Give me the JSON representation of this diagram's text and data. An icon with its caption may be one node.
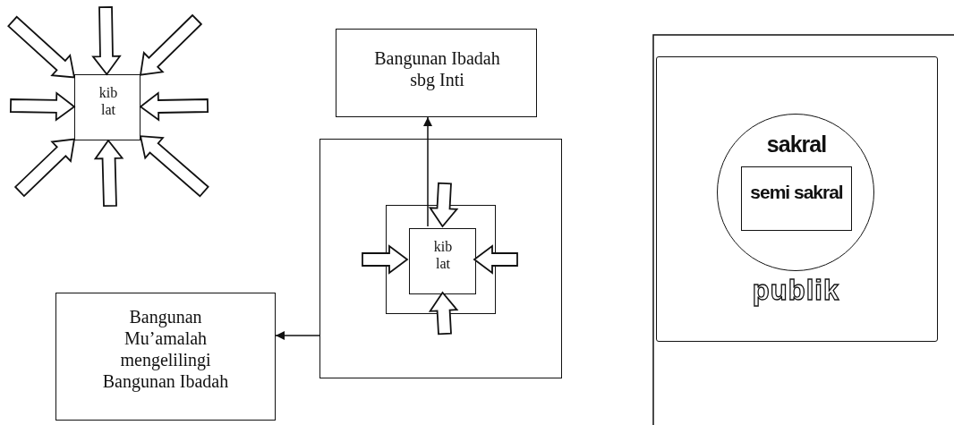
{
  "diagram": {
    "nodes": [
      {
        "text": [
          "kib lat"
        ]
      },
      {
        "text": [
          "Bangunan Ibadah sbg Inti"
        ]
      },
      {
        "text": [],
        "shape": "box"
      },
      {
        "text": [],
        "shape": "box",
        "in": 2
      },
      {
        "text": [
          "kib lat"
        ],
        "in": 3
      },
      {
        "text": [
          "Bangunan Mu’amalah mengelilingi Bangunan Ibadah"
        ]
      },
      {
        "text": [
          "publik"
        ]
      },
      {
        "text": [
          "sakral"
        ],
        "in": 6
      },
      {
        "text": [
          "semi sakral"
        ],
        "in": 7
      }
    ],
    "edges": [
      {
        "from": null,
        "to": 0,
        "arrow": "to",
        "style": "thick"
      },
      {
        "from": null,
        "to": 0,
        "arrow": "to",
        "style": "thick"
      },
      {
        "from": null,
        "to": 0,
        "arrow": "to",
        "style": "thick"
      },
      {
        "from": null,
        "to": 0,
        "arrow": "to",
        "style": "thick"
      },
      {
        "from": null,
        "to": 0,
        "arrow": "to",
        "style": "thick"
      },
      {
        "from": null,
        "to": 0,
        "arrow": "to",
        "style": "thick"
      },
      {
        "from": null,
        "to": 0,
        "arrow": "to",
        "style": "thick"
      },
      {
        "from": null,
        "to": 0,
        "arrow": "to",
        "style": "thick"
      },
      {
        "from": null,
        "to": 4,
        "arrow": "to",
        "style": "thick"
      },
      {
        "from": null,
        "to": 4,
        "arrow": "to",
        "style": "thick"
      },
      {
        "from": null,
        "to": 4,
        "arrow": "to",
        "style": "thick"
      },
      {
        "from": null,
        "to": 4,
        "arrow": "to",
        "style": "thick"
      },
      {
        "from": 4,
        "to": 1,
        "arrow": "to"
      },
      {
        "from": 2,
        "to": 5,
        "arrow": "to"
      }
    ]
  }
}
